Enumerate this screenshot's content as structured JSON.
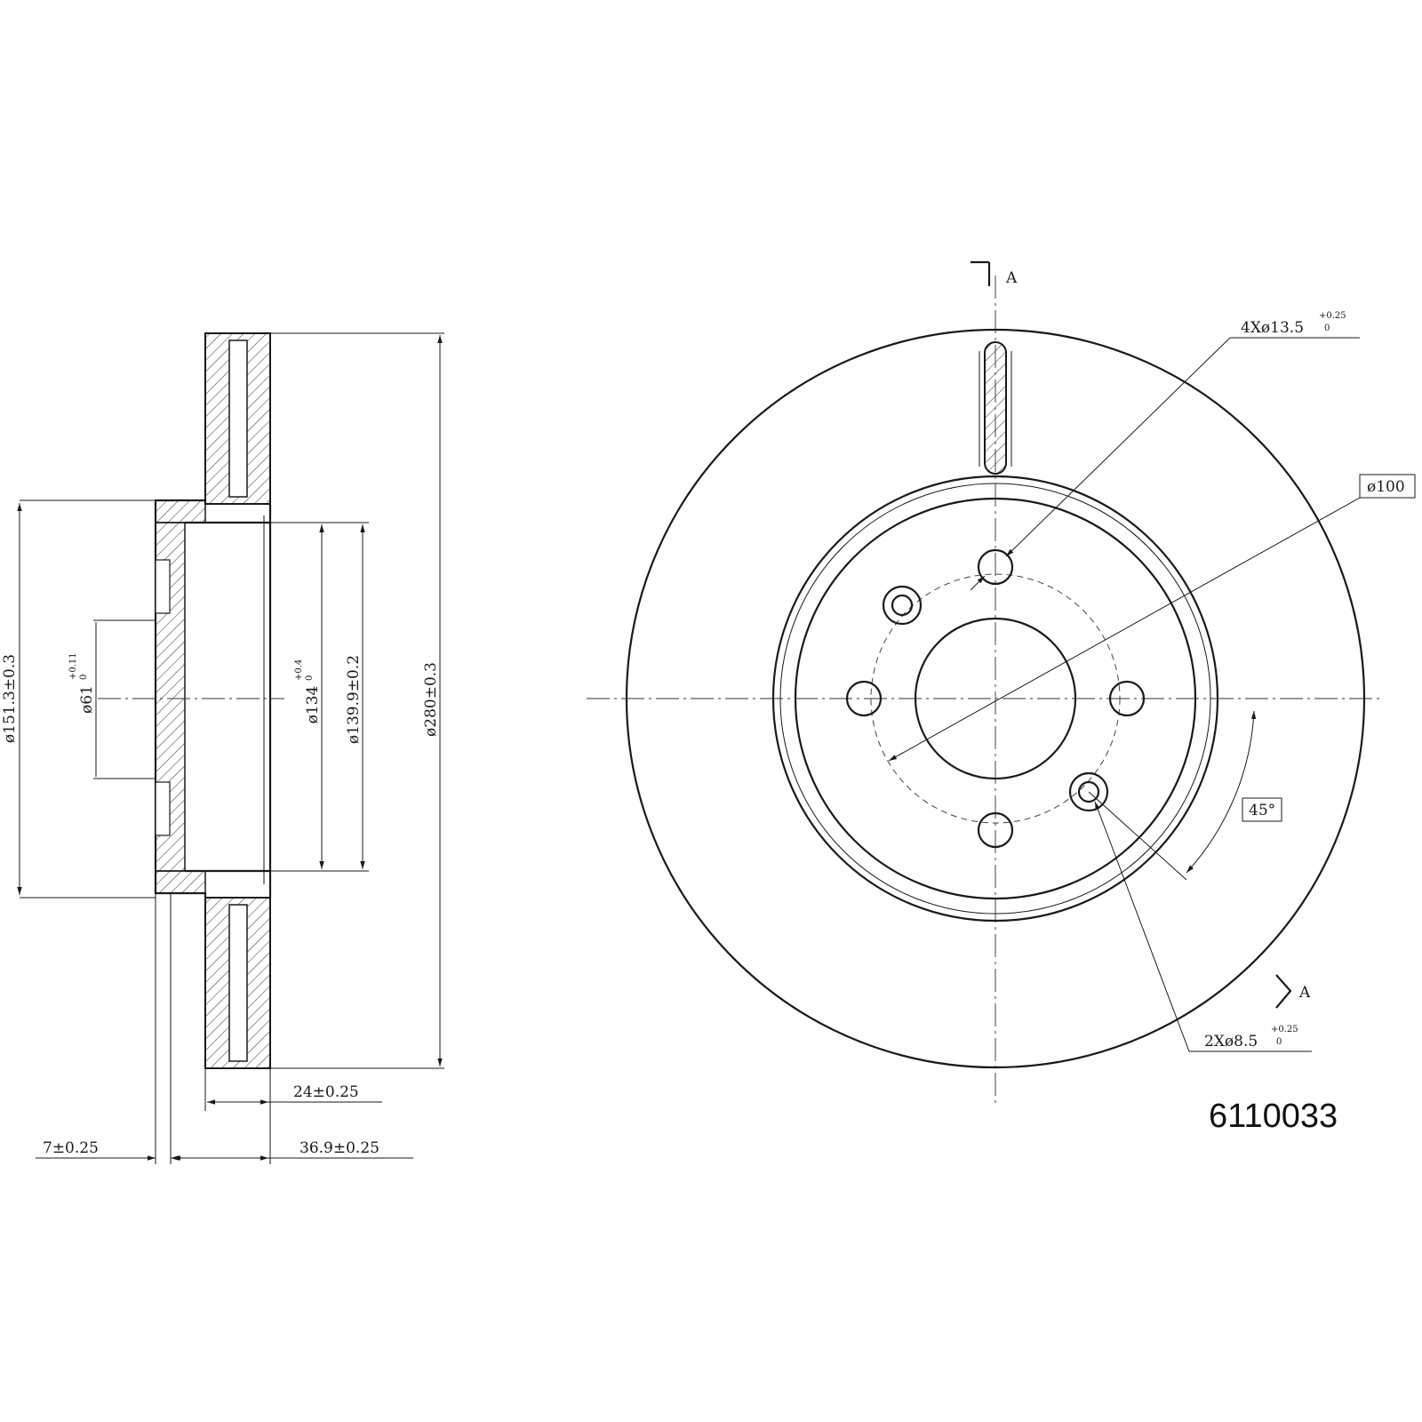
{
  "part_number": "6110033",
  "section_view": {
    "dims": {
      "d_outer": "ø151.3±0.3",
      "d_bore_main": "ø61",
      "d_bore_tol_top": "+0.11",
      "d_bore_tol_bottom": "0",
      "d_hat": "ø134",
      "d_hat_tol_top": "+0.4",
      "d_hat_tol_bottom": "0",
      "d_hat_outer": "ø139.9±0.2",
      "d_disc": "ø280±0.3",
      "thickness": "24±0.25",
      "hat_flange": "7±0.25",
      "total_height": "36.9±0.25"
    }
  },
  "front_view": {
    "section_letter_top": "A",
    "section_letter_bottom": "A",
    "bolt_holes_main": "4Xø13.5",
    "bolt_holes_tol_top": "+0.25",
    "bolt_holes_tol_bottom": "0",
    "pcd": "ø100",
    "angle": "45°",
    "pin_holes_main": "2Xø8.5",
    "pin_holes_tol_top": "+0.25",
    "pin_holes_tol_bottom": "0"
  },
  "colors": {
    "line": "#1a1a1a",
    "background": "#ffffff"
  }
}
